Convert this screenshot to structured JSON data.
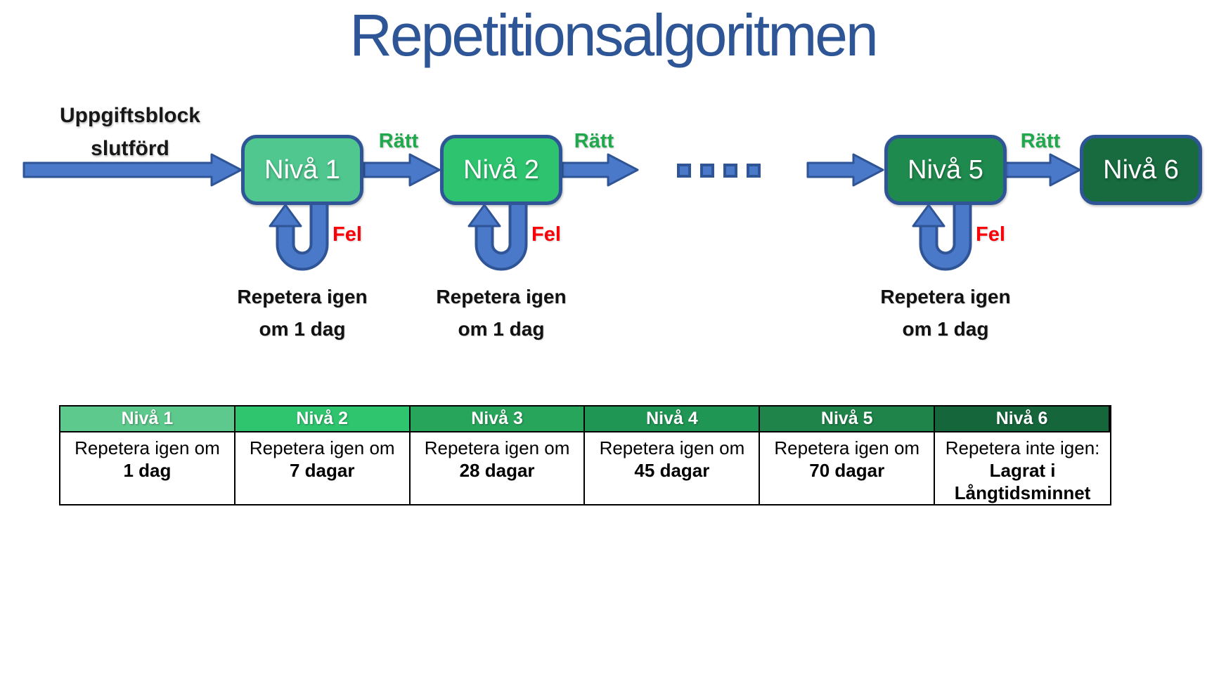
{
  "title": "Repetitionsalgoritmen",
  "colors": {
    "arrow_fill": "#4a79c9",
    "arrow_border": "#2f5597",
    "title_blue": "#2e5697",
    "correct_green": "#1fa84c",
    "wrong_red": "#fb0006"
  },
  "flow": {
    "start_label_line1": "Uppgiftsblock",
    "start_label_line2": "slutförd",
    "correct_label": "Rätt",
    "wrong_label": "Fel",
    "loop_caption_line1": "Repetera igen",
    "loop_caption_line2": "om 1 dag",
    "nodes": [
      {
        "label": "Nivå 1",
        "color": "#4fc78e"
      },
      {
        "label": "Nivå 2",
        "color": "#2ec46f"
      },
      {
        "label": "Nivå 5",
        "color": "#1f8a4d"
      },
      {
        "label": "Nivå 6",
        "color": "#176b3e"
      }
    ]
  },
  "table": {
    "headers": [
      "Nivå 1",
      "Nivå 2",
      "Nivå 3",
      "Nivå 4",
      "Nivå 5",
      "Nivå 6"
    ],
    "header_colors": [
      "#5dc98c",
      "#2fc46e",
      "#27a65b",
      "#1f9653",
      "#1e8449",
      "#15663b"
    ],
    "cells": [
      {
        "line1": "Repetera igen om",
        "line2": "1 dag"
      },
      {
        "line1": "Repetera igen om",
        "line2": "7 dagar"
      },
      {
        "line1": "Repetera igen om",
        "line2": "28 dagar"
      },
      {
        "line1": "Repetera igen om",
        "line2": "45 dagar"
      },
      {
        "line1": "Repetera igen om",
        "line2": "70 dagar"
      },
      {
        "line1": "Repetera inte igen:",
        "line2": "Lagrat i",
        "line3": "Långtidsminnet"
      }
    ]
  }
}
